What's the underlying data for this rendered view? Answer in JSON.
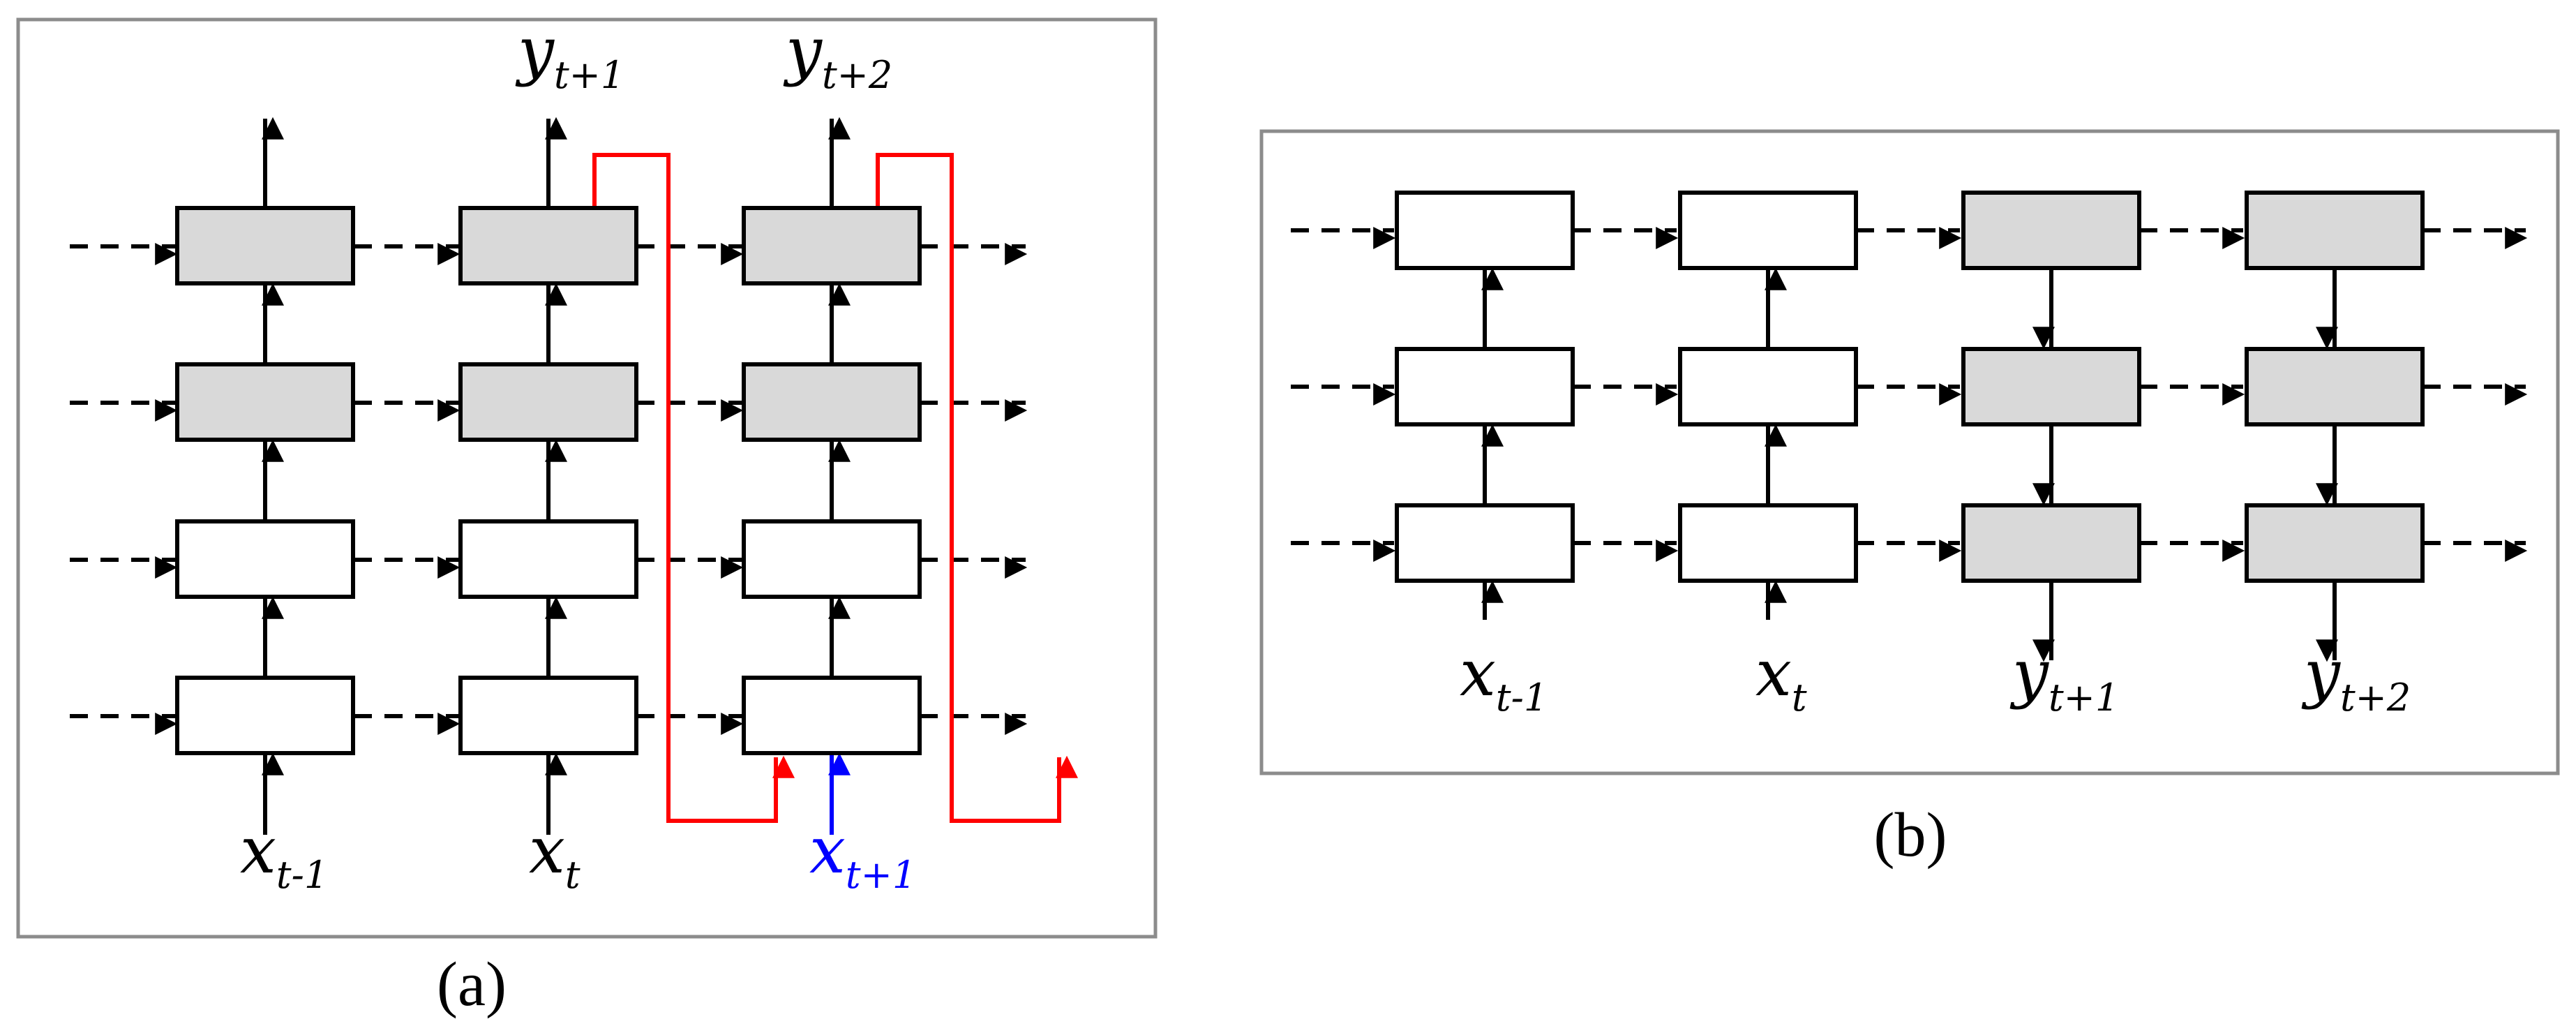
{
  "panel_a": {
    "caption": "(a)",
    "top_labels": [
      {
        "main": "y",
        "sub": "t+1"
      },
      {
        "main": "y",
        "sub": "t+2"
      }
    ],
    "bottom_labels": [
      {
        "main": "x",
        "sub": "t-1",
        "color": "#000000"
      },
      {
        "main": "x",
        "sub": "t",
        "color": "#000000"
      },
      {
        "main": "x",
        "sub": "t+1",
        "color": "#0000ff"
      }
    ]
  },
  "panel_b": {
    "caption": "(b)",
    "bottom_labels": [
      {
        "main": "x",
        "sub": "t-1"
      },
      {
        "main": "x",
        "sub": "t"
      },
      {
        "main": "y",
        "sub": "t+1"
      },
      {
        "main": "y",
        "sub": "t+2"
      }
    ]
  },
  "colors": {
    "frame": "#8c8c8c",
    "decoder_fill": "#d9d9d9",
    "encoder_fill": "#ffffff",
    "feedback": "#ff0000",
    "new_input": "#0000ff",
    "stroke": "#000000"
  }
}
